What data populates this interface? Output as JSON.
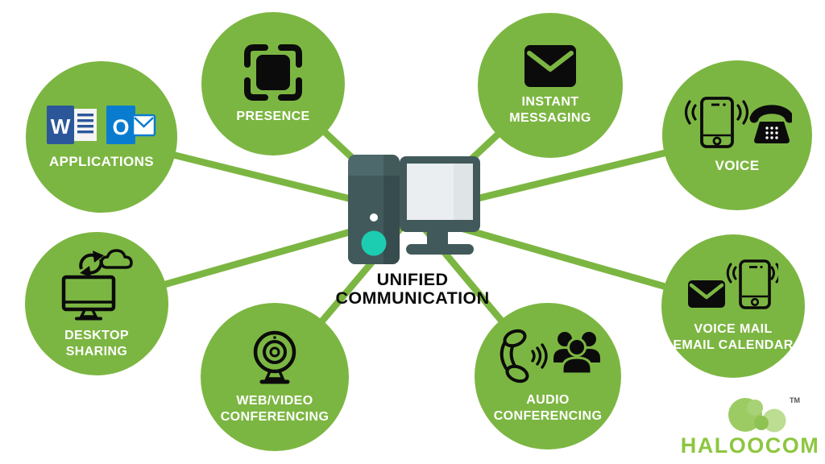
{
  "title": "Unified Communication infographic",
  "colors": {
    "circle_green": "#7CB642",
    "line_green": "#7CB642",
    "icon_black": "#0b0b0b",
    "label_white": "#FFFFFF",
    "tower_dark": "#41595B",
    "tower_light": "#4E696B",
    "screen_gray": "#EAEEF0",
    "screen_shade": "#DFE4E6",
    "teal_button": "#1CCDB2",
    "word_blue": "#2B579A",
    "outlook_blue": "#0A7CD0",
    "logo_green": "#8DC63F",
    "logo_cloud_main": "#9CCB63",
    "logo_cloud_light": "#BCDD92"
  },
  "center": {
    "icon": "desktop-computer-icon",
    "label_line1": "UNIFIED",
    "label_line2": "COMMUNICATION"
  },
  "nodes": [
    {
      "id": "applications",
      "icon": "word-outlook-icons",
      "line1": "APPLICATIONS"
    },
    {
      "id": "presence",
      "icon": "presence-frame-icon",
      "line1": "PRESENCE"
    },
    {
      "id": "instant-messaging",
      "icon": "envelope-icon",
      "line1": "INSTANT",
      "line2": "MESSAGING"
    },
    {
      "id": "voice",
      "icon": "mobile-and-telephone-icon",
      "line1": "VOICE"
    },
    {
      "id": "desktop-sharing",
      "icon": "monitor-cloud-sync-icon",
      "line1": "DESKTOP",
      "line2": "SHARING"
    },
    {
      "id": "web-video-conferencing",
      "icon": "webcam-icon",
      "line1": "WEB/VIDEO",
      "line2": "CONFERENCING"
    },
    {
      "id": "audio-conferencing",
      "icon": "handset-people-icon",
      "line1": "AUDIO",
      "line2": "CONFERENCING"
    },
    {
      "id": "voice-mail-email-calendar",
      "icon": "envelope-mobile-icon",
      "line1": "VOICE MAIL",
      "line2": "EMAIL CALENDAR"
    }
  ],
  "applications_icons": {
    "word_letter": "W",
    "outlook_letter": "O"
  },
  "logo": {
    "brand": "HALOOCOM",
    "trademark": "TM"
  }
}
